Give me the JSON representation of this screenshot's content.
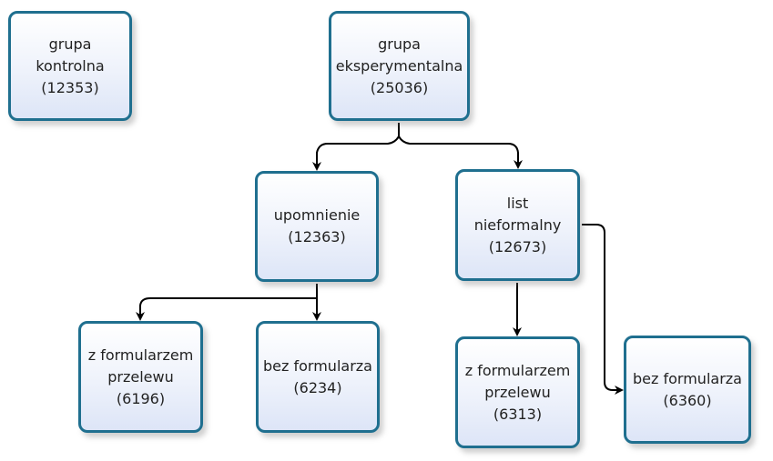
{
  "diagram": {
    "nodes": {
      "kontrolna": {
        "line1": "grupa",
        "line2": "kontrolna",
        "line3": "(12353)"
      },
      "eksperymentalna": {
        "line1": "grupa",
        "line2": "eksperymentalna",
        "line3": "(25036)"
      },
      "upomnienie": {
        "line1": "upomnienie",
        "line2": "(12363)"
      },
      "list": {
        "line1": "list",
        "line2": "nieformalny",
        "line3": "(12673)"
      },
      "upomnienie_z_formularzem": {
        "line1": "z formularzem",
        "line2": "przelewu",
        "line3": "(6196)"
      },
      "upomnienie_bez_formularza": {
        "line1": "bez formularza",
        "line2": "(6234)"
      },
      "list_z_formularzem": {
        "line1": "z formularzem",
        "line2": "przelewu",
        "line3": "(6313)"
      },
      "list_bez_formularza": {
        "line1": "bez formularza",
        "line2": "(6360)"
      }
    },
    "edges": [
      {
        "from": "eksperymentalna",
        "to": "upomnienie"
      },
      {
        "from": "eksperymentalna",
        "to": "list"
      },
      {
        "from": "upomnienie",
        "to": "upomnienie_z_formularzem"
      },
      {
        "from": "upomnienie",
        "to": "upomnienie_bez_formularza"
      },
      {
        "from": "list",
        "to": "list_z_formularzem"
      },
      {
        "from": "list",
        "to": "list_bez_formularza"
      }
    ],
    "colors": {
      "node_border": "#1f6f8f",
      "connector": "#000000",
      "node_fill_bottom": "#dde5f7"
    }
  }
}
